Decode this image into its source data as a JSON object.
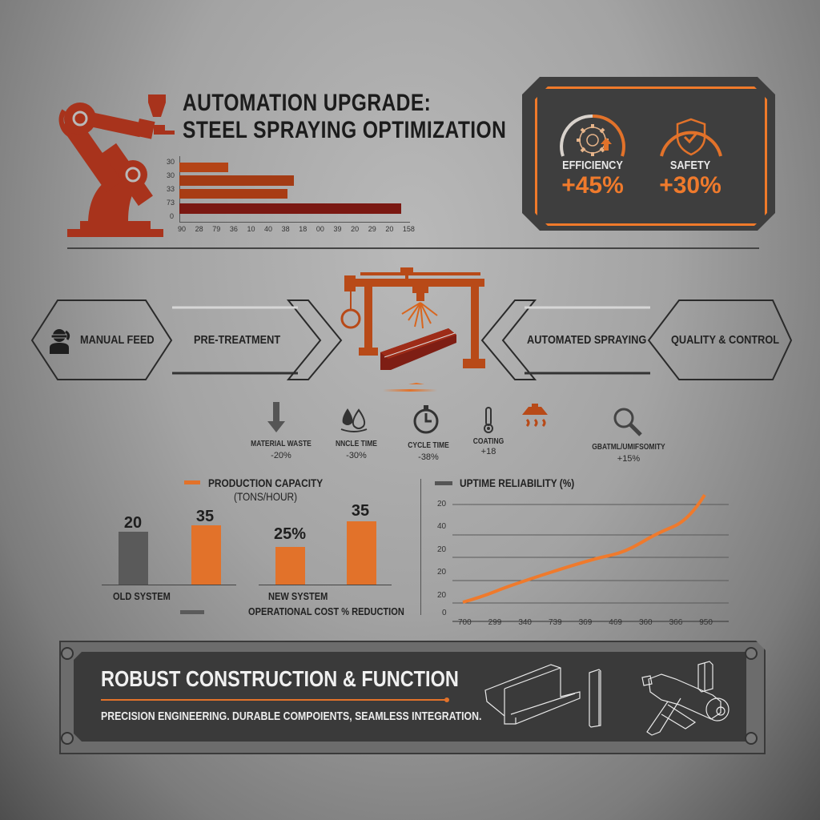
{
  "header": {
    "title_line1": "AUTOMATION UPGRADE:",
    "title_line2": "STEEL SPRAYING OPTIMIZATION",
    "icon": "robot-arm-spray-icon"
  },
  "metrics_panel": {
    "efficiency": {
      "label": "EFFICIENCY",
      "value": "+45%",
      "icon": "gear-up-arrow-icon"
    },
    "safety": {
      "label": "SAFETY",
      "value": "+30%",
      "icon": "shield-check-icon"
    },
    "accent_color": "#ef7a2c"
  },
  "process_flow": {
    "steps": [
      {
        "label": "MANUAL FEED",
        "icon": "worker-icon"
      },
      {
        "label": "PRE-TREATMENT"
      },
      {
        "label": "AUTOMATED SPRAYING"
      },
      {
        "label": "QUALITY & CONTROL"
      }
    ],
    "center_icon": "gantry-spray-machine-icon"
  },
  "kpis": [
    {
      "label": "MATERIAL WASTE",
      "value": "-20%",
      "icon": "down-arrow-icon"
    },
    {
      "label": "NNCLE TIME",
      "value": "-30%",
      "icon": "droplets-icon"
    },
    {
      "label": "CYCLE TIME",
      "value": "-38%",
      "icon": "stopwatch-icon"
    },
    {
      "label": "COATING",
      "value": "+18",
      "icon": "thermometer-icon"
    },
    {
      "label": "",
      "value": "",
      "icon": "heater-icon"
    },
    {
      "label": "GBATML/UMIFSOMITY",
      "value": "+15%",
      "icon": "magnifier-icon"
    }
  ],
  "bar_chart": {
    "legend_orange": "PRODUCTION CAPACITY",
    "legend_orange_sub": "(TONS/HOUR)",
    "legend_gray": "OPERATIONAL COST % REDUCTION",
    "group1_label": "OLD SYSTEM",
    "group2_label": "NEW SYSTEM",
    "values": [
      "20",
      "35",
      "25%",
      "35"
    ]
  },
  "line_chart": {
    "title": "UPTIME RELIABILITY (%)",
    "y_ticks": [
      "20",
      "40",
      "20",
      "20",
      "20",
      "0"
    ],
    "x_ticks": [
      "700",
      "299",
      "340",
      "739",
      "369",
      "469",
      "360",
      "366",
      "950"
    ]
  },
  "top_bar_chart": {
    "y_ticks": [
      "30",
      "30",
      "33",
      "73",
      "0"
    ],
    "x_ticks": [
      "90",
      "28",
      "79",
      "36",
      "10",
      "40",
      "38",
      "18",
      "00",
      "39",
      "20",
      "29",
      "20",
      "158"
    ]
  },
  "footer": {
    "title": "ROBUST CONSTRUCTION & FUNCTION",
    "subtitle": "PRECISION ENGINEERING. DURABLE COMPOIENTS, SEAMLESS INTEGRATION.",
    "icons": [
      "steel-beam-icon",
      "steel-bar-icon",
      "spray-gun-assembly-icon"
    ]
  },
  "chart_data": [
    {
      "type": "bar",
      "title": "",
      "orientation": "horizontal",
      "categories": [
        "30",
        "30",
        "33",
        "73"
      ],
      "values": [
        28,
        68,
        62,
        134
      ],
      "x_tick_labels": [
        "90",
        "28",
        "79",
        "36",
        "10",
        "40",
        "38",
        "18",
        "00",
        "39",
        "20",
        "29",
        "20",
        "158"
      ],
      "xlabel": "",
      "ylabel": ""
    },
    {
      "type": "bar",
      "title": "PRODUCTION CAPACITY (TONS/HOUR) / OPERATIONAL COST % REDUCTION",
      "categories": [
        "OLD SYSTEM",
        "OLD SYSTEM",
        "NEW SYSTEM",
        "NEW SYSTEM"
      ],
      "series": [
        {
          "name": "Old system (gray)",
          "values": [
            20,
            null,
            null,
            null
          ]
        },
        {
          "name": "PRODUCTION CAPACITY (TONS/HOUR)",
          "values": [
            null,
            35,
            25,
            35
          ]
        }
      ],
      "data_labels": [
        "20",
        "35",
        "25%",
        "35"
      ]
    },
    {
      "type": "line",
      "title": "UPTIME RELIABILITY (%)",
      "x": [
        "700",
        "299",
        "340",
        "739",
        "369",
        "469",
        "360",
        "366",
        "950"
      ],
      "y_tick_labels": [
        "0",
        "20",
        "20",
        "20",
        "40",
        "20"
      ],
      "values": [
        1,
        1.9,
        3.0,
        4.2,
        5.2,
        6.6,
        8.2,
        11.5,
        20.5
      ],
      "grid": true
    }
  ]
}
